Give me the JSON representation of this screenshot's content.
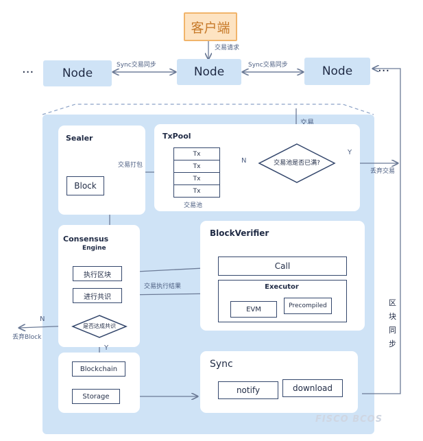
{
  "client": "客户端",
  "tx_request": "交易请求",
  "nodes": [
    "Node",
    "Node",
    "Node"
  ],
  "sync_left": "Sync交易同步",
  "sync_right": "Sync交易同步",
  "ellipsis": "...",
  "block_sync": [
    "区",
    "块",
    "同",
    "步"
  ],
  "transaction": "交易",
  "txpool": {
    "title": "TxPool",
    "items": [
      "Tx",
      "Tx",
      "Tx",
      "Tx"
    ],
    "caption": "交易池",
    "decision": "交易池是否已满?",
    "yes": "Y",
    "no": "N",
    "discard": "丢弃交易"
  },
  "sealer": {
    "title": "Sealer",
    "block": "Block",
    "pack_label": "交易打包"
  },
  "consensus": {
    "title": "Consensus",
    "subtitle": "Engine",
    "execute": "执行区块",
    "propose": "进行共识",
    "decision": "是否达成共识",
    "no": "N",
    "yes": "Y",
    "discard": "丢弃Block",
    "blockchain": "Blockchain",
    "storage": "Storage",
    "result_label": "交易执行结果"
  },
  "verifier": {
    "title": "BlockVerifier",
    "call": "Call",
    "executor": "Executor",
    "evm": "EVM",
    "precompiled": "Precompiled"
  },
  "sync": {
    "title": "Sync",
    "notify": "notify",
    "download": "download"
  },
  "logo": "FISCO BCOS"
}
